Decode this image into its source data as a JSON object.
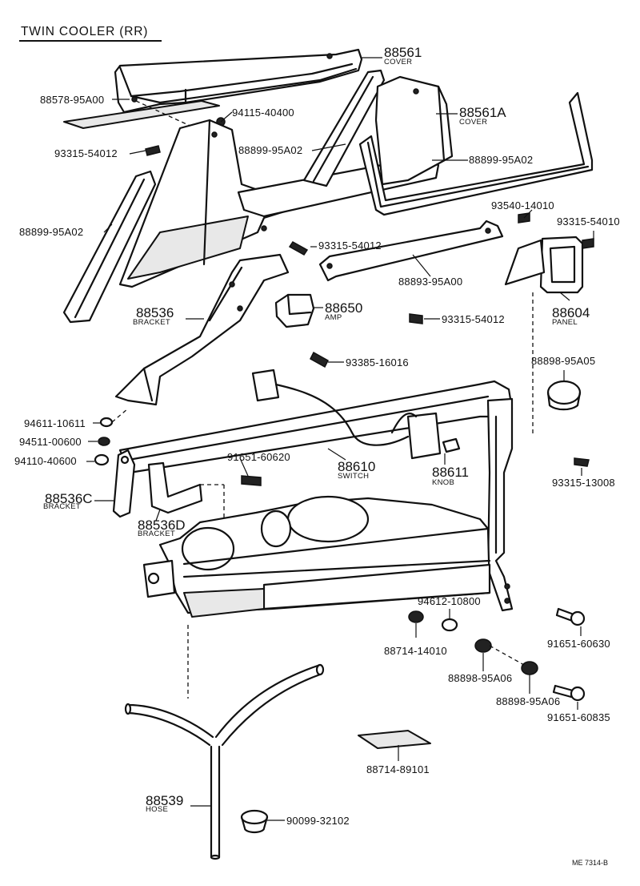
{
  "title": "TWIN COOLER (RR)",
  "reference": "ME 7314-B",
  "parts": {
    "cover_88561": {
      "number": "88561",
      "name": "COVER"
    },
    "cover_88561A": {
      "number": "88561A",
      "name": "COVER"
    },
    "p88578": "88578-95A00",
    "p94115": "94115-40400",
    "p93315_a": "93315-54012",
    "p88899_a": "88899-95A02",
    "p88899_b": "88899-95A02",
    "p88899_c": "88899-95A02",
    "p93540": "93540-14010",
    "p93315_b": "93315-54010",
    "p93315_c": "93315-54012",
    "p88893": "88893-95A00",
    "panel_88604": {
      "number": "88604",
      "name": "PANEL"
    },
    "bracket_88536": {
      "number": "88536",
      "name": "BRACKET"
    },
    "amp_88650": {
      "number": "88650",
      "name": "AMP"
    },
    "p93315_d": "93315-54012",
    "p93385": "93385-16016",
    "p88898_a": "88898-95A05",
    "p94611": "94611-10611",
    "p94511": "94511-00600",
    "p94110": "94110-40600",
    "p91651_a": "91651-60620",
    "switch_88610": {
      "number": "88610",
      "name": "SWITCH"
    },
    "knob_88611": {
      "number": "88611",
      "name": "KNOB"
    },
    "p93315_e": "93315-13008",
    "bracket_88536C": {
      "number": "88536C",
      "name": "BRACKET"
    },
    "bracket_88536D": {
      "number": "88536D",
      "name": "BRACKET"
    },
    "p94612": "94612-10800",
    "p88714_a": "88714-14010",
    "p91651_b": "91651-60630",
    "p88898_b": "88898-95A06",
    "p88898_c": "88898-95A06",
    "p91651_c": "91651-60835",
    "p88714_b": "88714-89101",
    "hose_88539": {
      "number": "88539",
      "name": "HOSE"
    },
    "p90099": "90099-32102"
  }
}
